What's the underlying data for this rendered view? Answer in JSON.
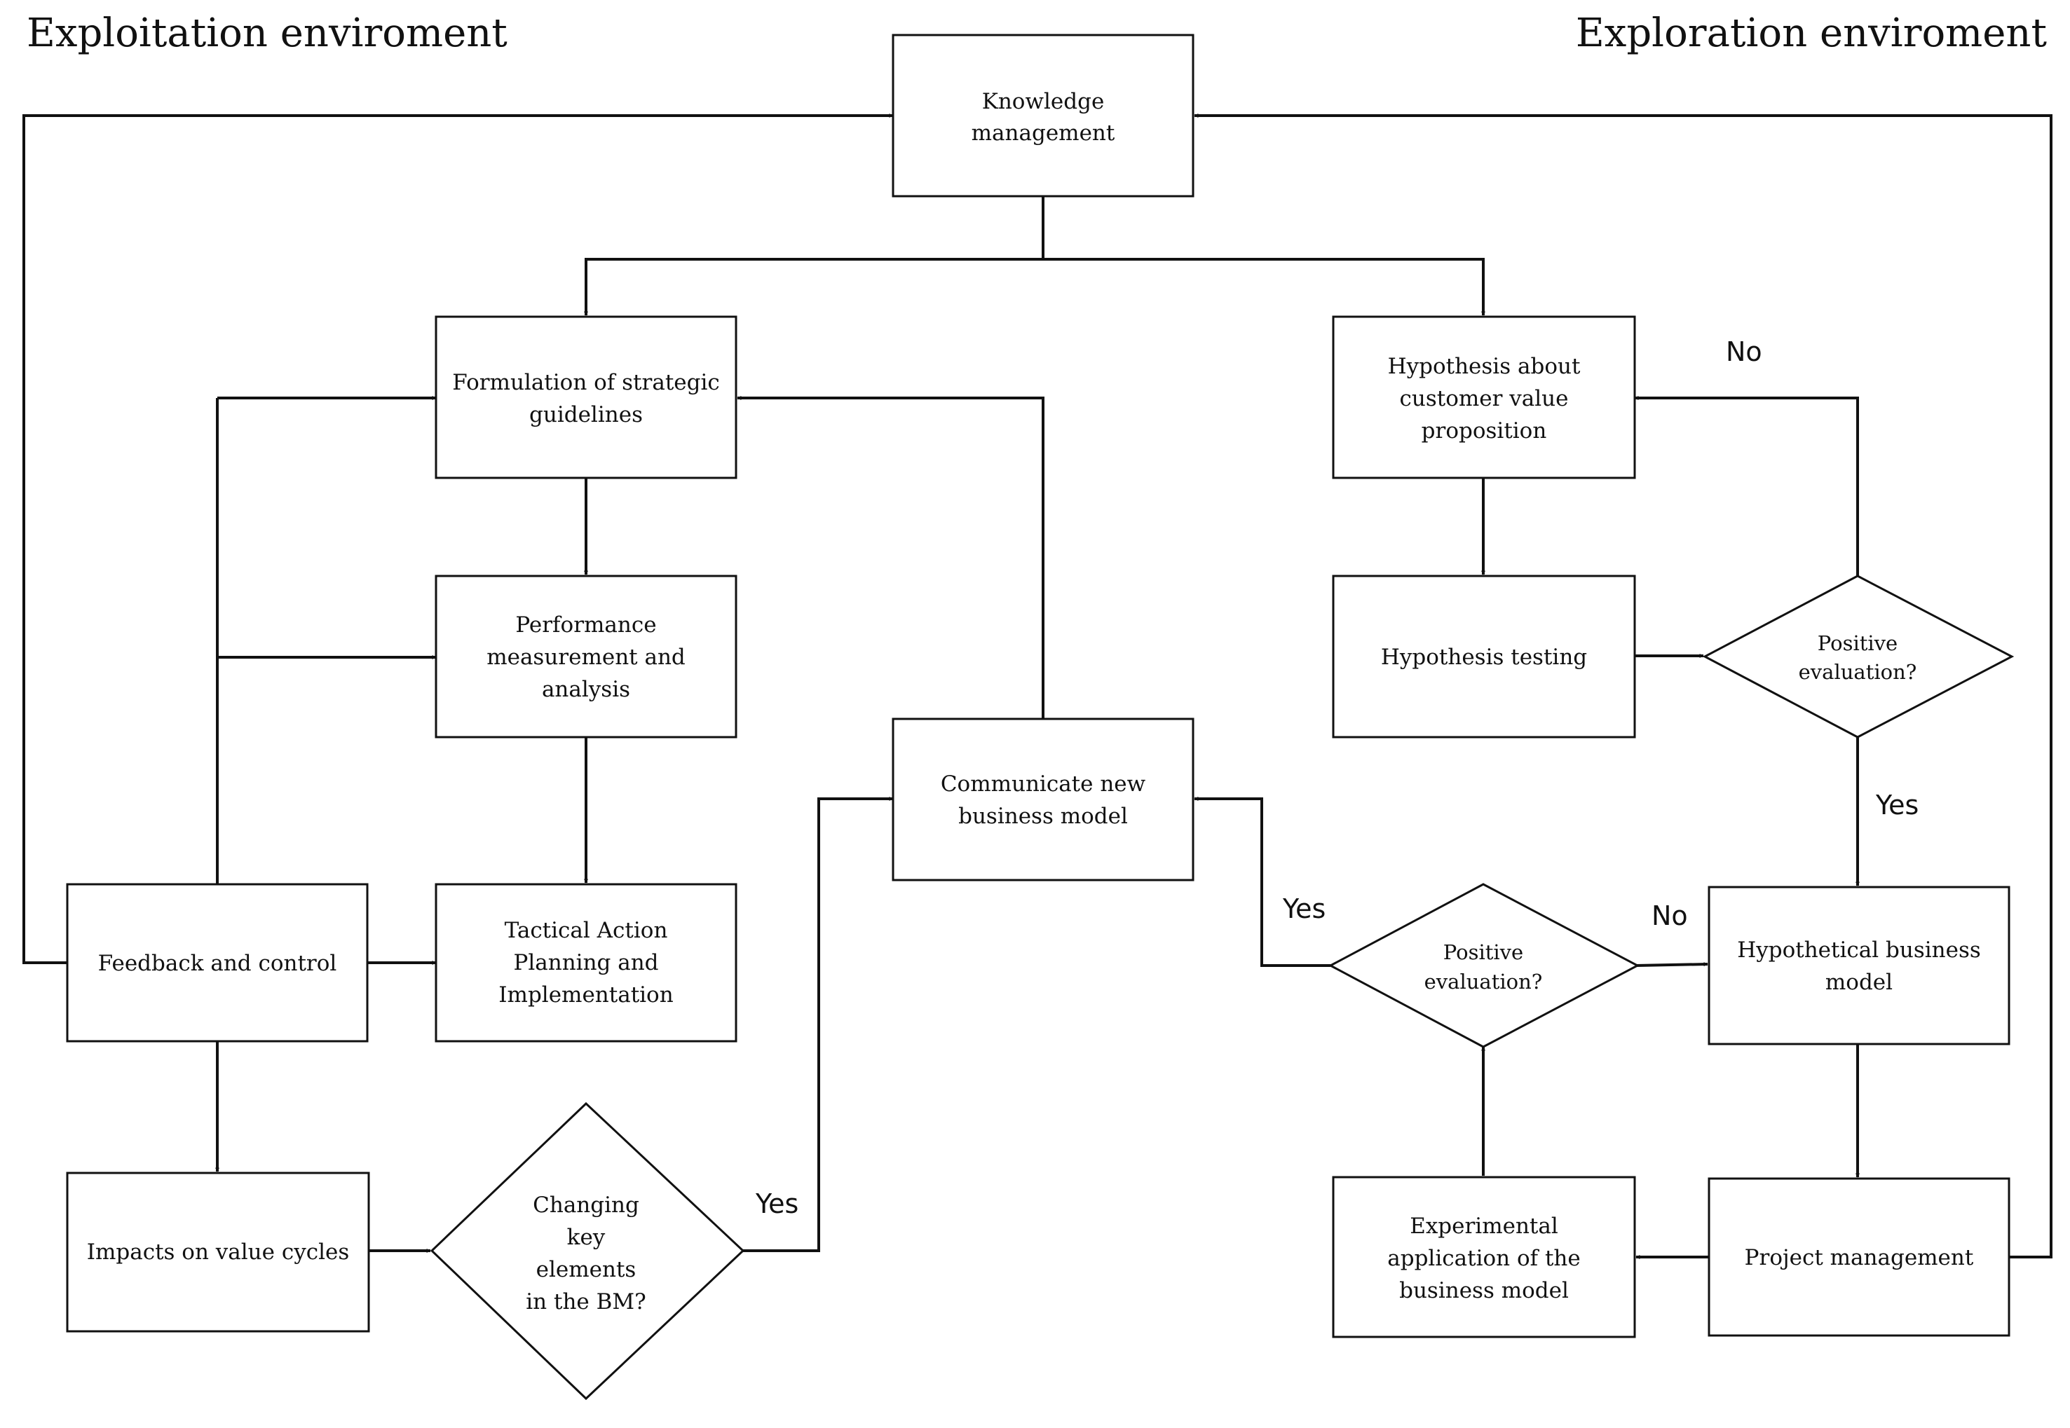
{
  "titles": {
    "left": "Exploitation enviroment",
    "right": "Exploration enviroment"
  },
  "nodes": {
    "knowledge": [
      "Knowledge",
      "management"
    ],
    "strategic": [
      "Formulation of strategic",
      "guidelines"
    ],
    "performance": [
      "Performance",
      "measurement and",
      "analysis"
    ],
    "tactical": [
      "Tactical Action",
      "Planning and",
      "Implementation"
    ],
    "feedback": [
      "Feedback and control"
    ],
    "impacts": [
      "Impacts on value cycles"
    ],
    "changing": [
      "Changing",
      "key",
      "elements",
      "in the BM?"
    ],
    "communicate": [
      "Communicate new",
      "business model"
    ],
    "hypothesis_cvp": [
      "Hypothesis about",
      "customer value",
      "proposition"
    ],
    "hypothesis_testing": [
      "Hypothesis testing"
    ],
    "positive_eval_1": [
      "Positive",
      "evaluation?"
    ],
    "hypothetical_bm": [
      "Hypothetical business",
      "model"
    ],
    "project_mgmt": [
      "Project management"
    ],
    "experimental": [
      "Experimental",
      "application of the",
      "business model"
    ],
    "positive_eval_2": [
      "Positive",
      "evaluation?"
    ]
  },
  "edge_labels": {
    "changing_yes": "Yes",
    "eval1_no": "No",
    "eval1_yes": "Yes",
    "eval2_yes": "Yes",
    "eval2_no": "No"
  }
}
